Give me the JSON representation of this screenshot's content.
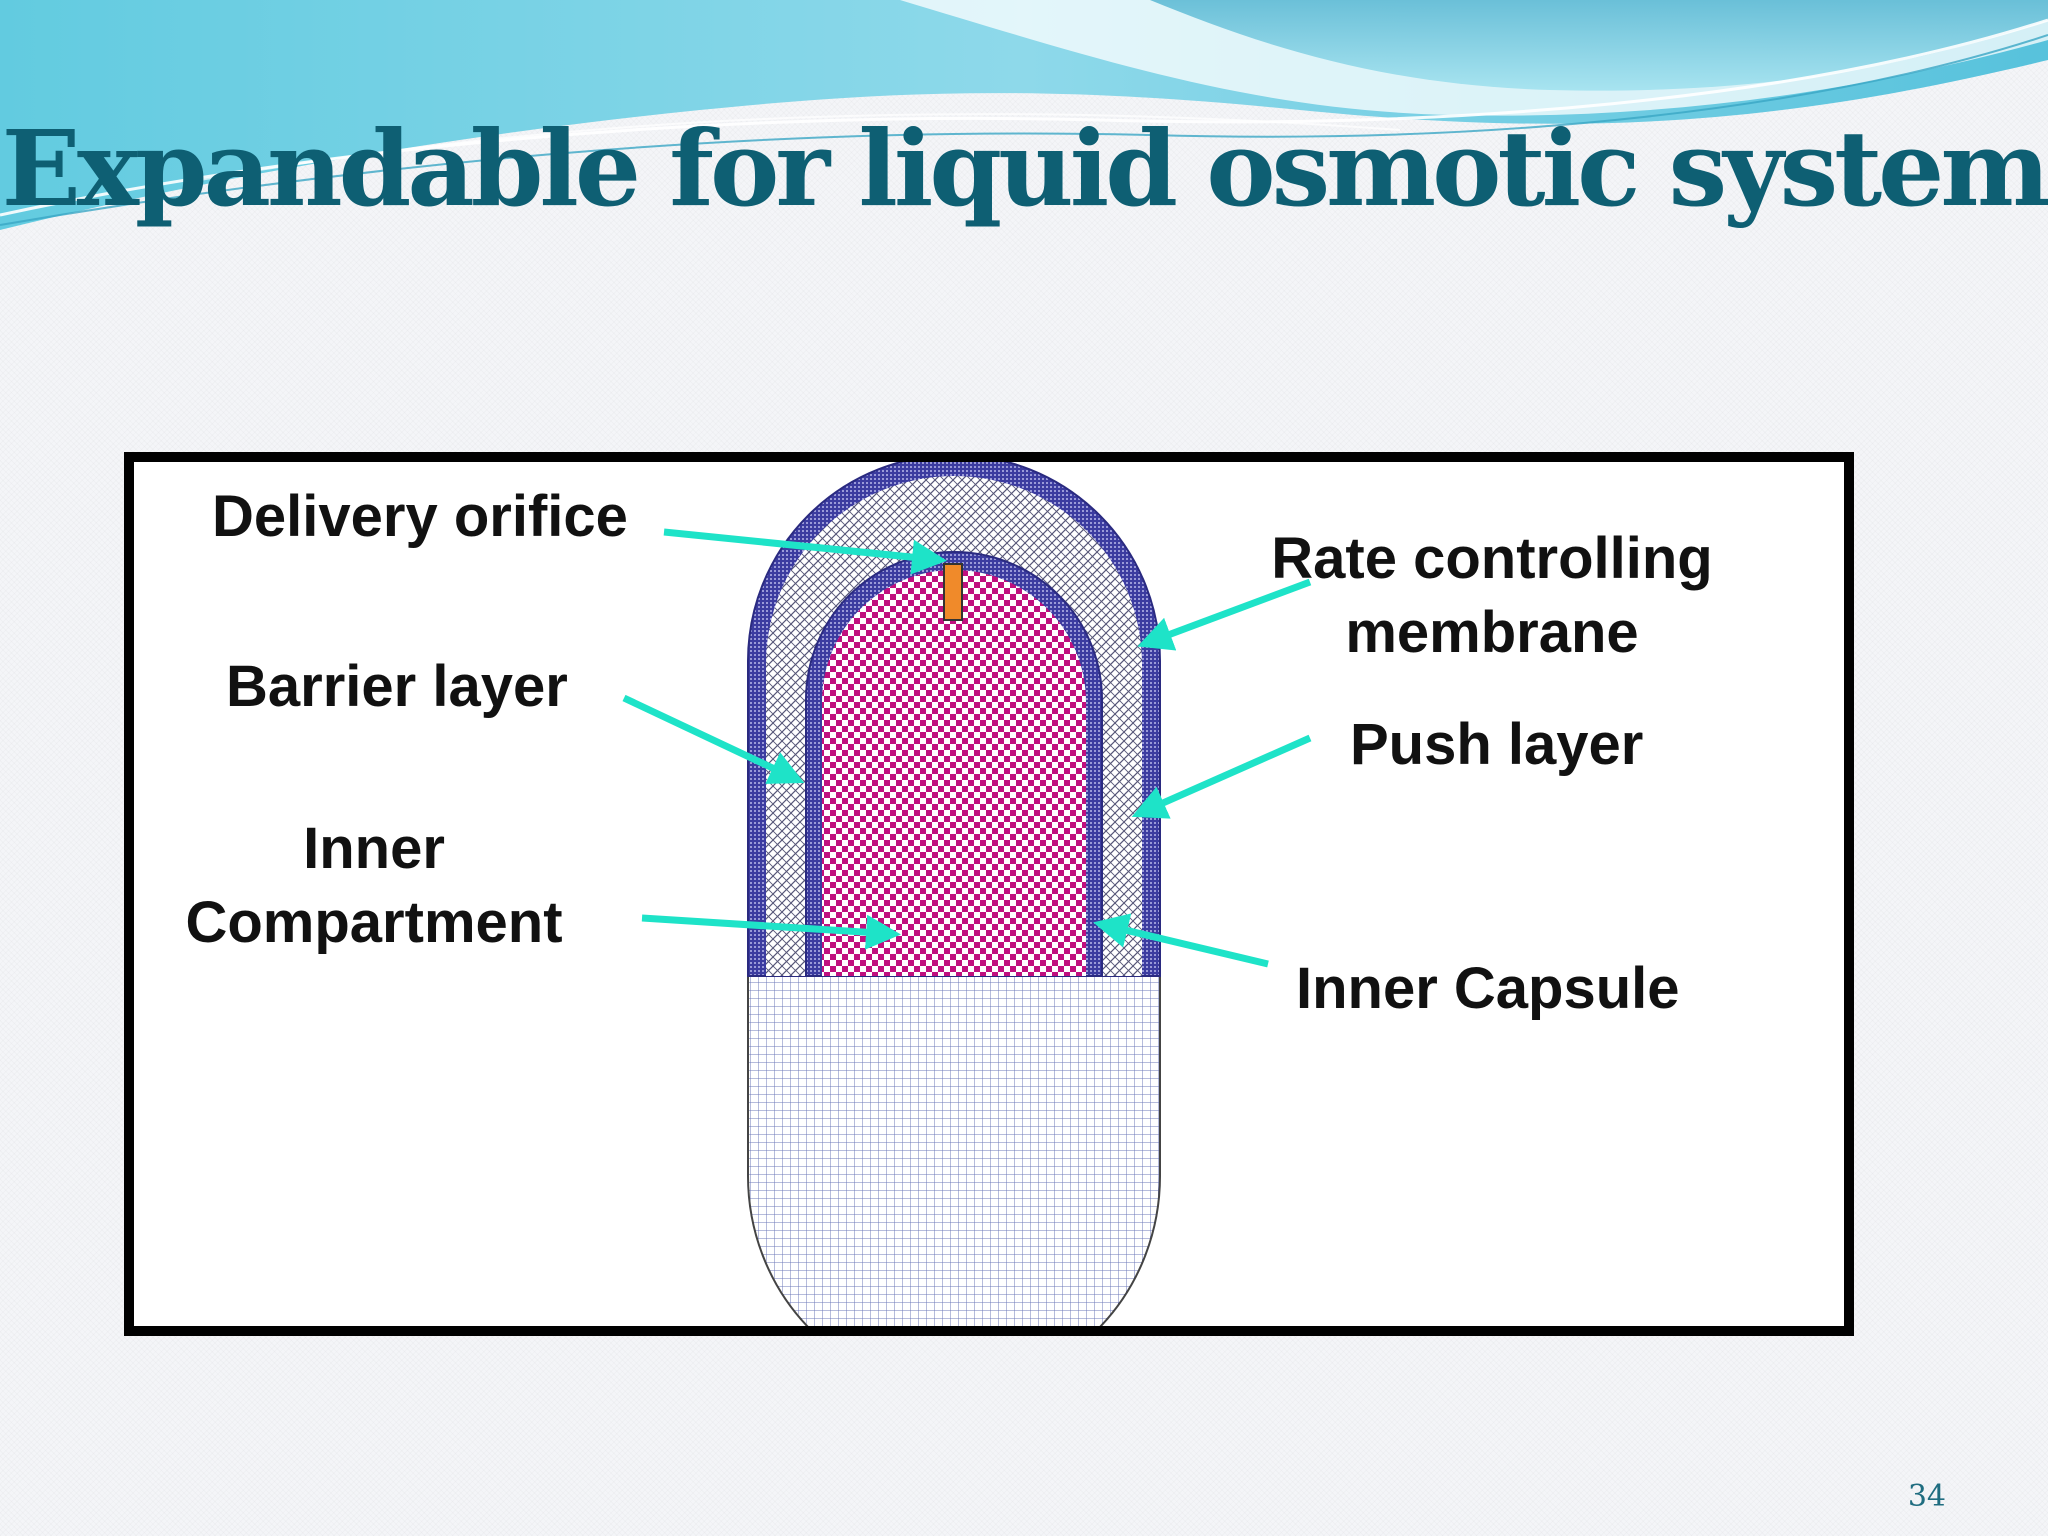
{
  "slide": {
    "title": "Expandable for liquid osmotic system",
    "page_number": "34"
  },
  "diagram": {
    "labels": {
      "delivery_orifice": "Delivery orifice",
      "barrier_layer": "Barrier layer",
      "inner_compartment_line1": "Inner",
      "inner_compartment_line2": "Compartment",
      "rate_controlling_line1": "Rate controlling",
      "rate_controlling_line2": "membrane",
      "push_layer": "Push layer",
      "inner_capsule": "Inner Capsule"
    },
    "colors": {
      "arrow": "#1ee3c8",
      "membrane": "#4a4aa8",
      "inner_compartment": "#c0107e",
      "orifice": "#f08a2a",
      "capsule_body": "#6e78b8",
      "title": "#0e5f73"
    }
  }
}
